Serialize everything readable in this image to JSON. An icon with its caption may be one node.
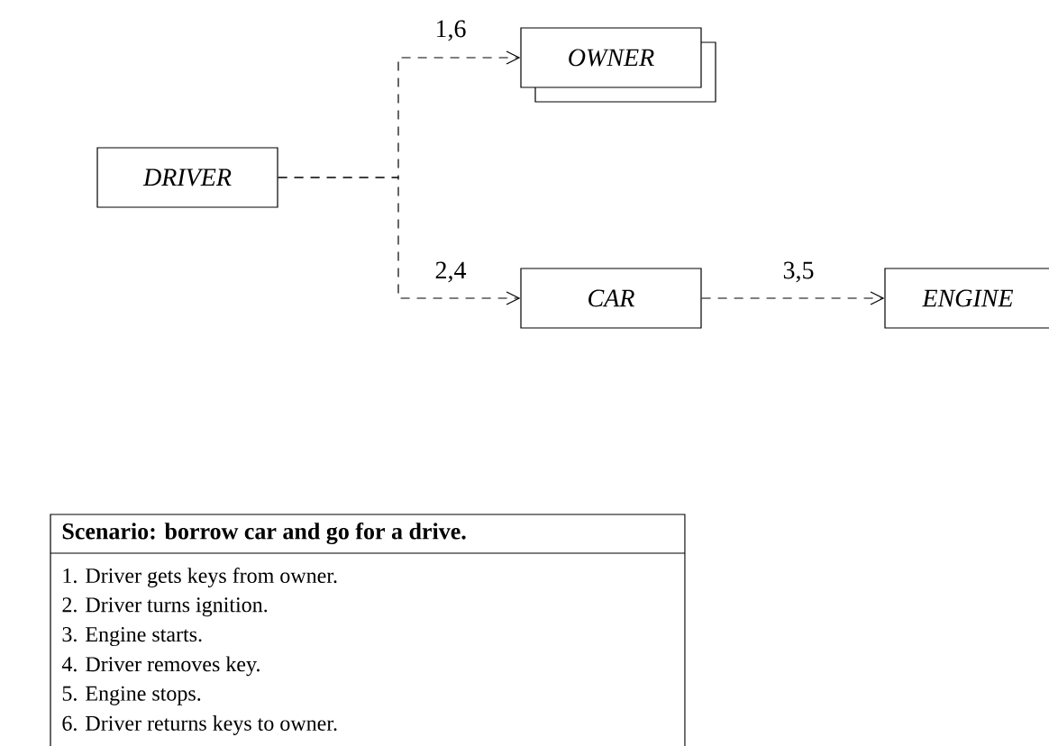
{
  "diagram": {
    "nodes": [
      {
        "text": [
          "DRIVER"
        ]
      },
      {
        "text": [
          "OWNER"
        ]
      },
      {
        "text": [
          "CAR"
        ]
      },
      {
        "text": [
          "ENGINE"
        ]
      },
      {
        "text": [
          "Scenario: borrow car and go for a drive.",
          "1. Driver gets keys from owner.",
          "2. Driver turns ignition.",
          "3. Engine starts.",
          "4. Driver removes key.",
          "5. Engine stops.",
          "6. Driver returns keys to owner."
        ]
      }
    ],
    "edges": [
      {
        "from": 0,
        "to": 1,
        "arrow": "to",
        "label": "1,6",
        "style": "dashed"
      },
      {
        "from": 0,
        "to": 2,
        "arrow": "to",
        "label": "2,4",
        "style": "dashed"
      },
      {
        "from": 2,
        "to": 3,
        "arrow": "to",
        "label": "3,5",
        "style": "dashed"
      }
    ]
  }
}
